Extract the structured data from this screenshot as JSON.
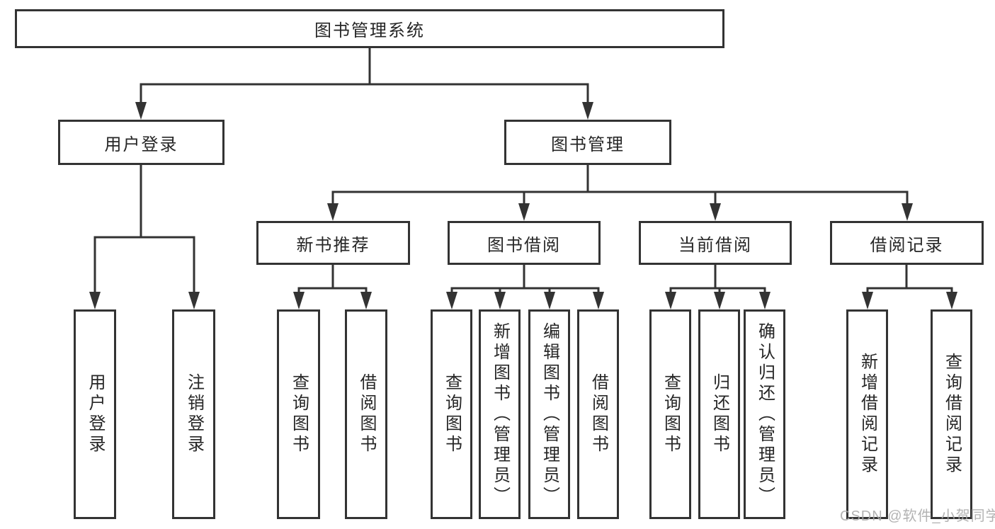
{
  "tree": {
    "label": "图书管理系统",
    "children": [
      {
        "label": "用户登录",
        "children": [
          {
            "label": "用户登录"
          },
          {
            "label": "注销登录"
          }
        ]
      },
      {
        "label": "图书管理",
        "children": [
          {
            "label": "新书推荐",
            "children": [
              {
                "label": "查询图书"
              },
              {
                "label": "借阅图书"
              }
            ]
          },
          {
            "label": "图书借阅",
            "children": [
              {
                "label": "查询图书"
              },
              {
                "label": "新增图书（管理员）"
              },
              {
                "label": "编辑图书（管理员）"
              },
              {
                "label": "借阅图书"
              }
            ]
          },
          {
            "label": "当前借阅",
            "children": [
              {
                "label": "查询图书"
              },
              {
                "label": "归还图书"
              },
              {
                "label": "确认归还（管理员）"
              }
            ]
          },
          {
            "label": "借阅记录",
            "children": [
              {
                "label": "新增借阅记录"
              },
              {
                "label": "查询借阅记录"
              }
            ]
          }
        ]
      }
    ]
  },
  "watermark": {
    "text": "CSDN @软件_小贺同学"
  },
  "colors": {
    "line": "#333333",
    "box_border": "#333333",
    "box_fill": "#ffffff",
    "text": "#262626",
    "background": "#ffffff",
    "watermark": "#a8a8a8"
  }
}
